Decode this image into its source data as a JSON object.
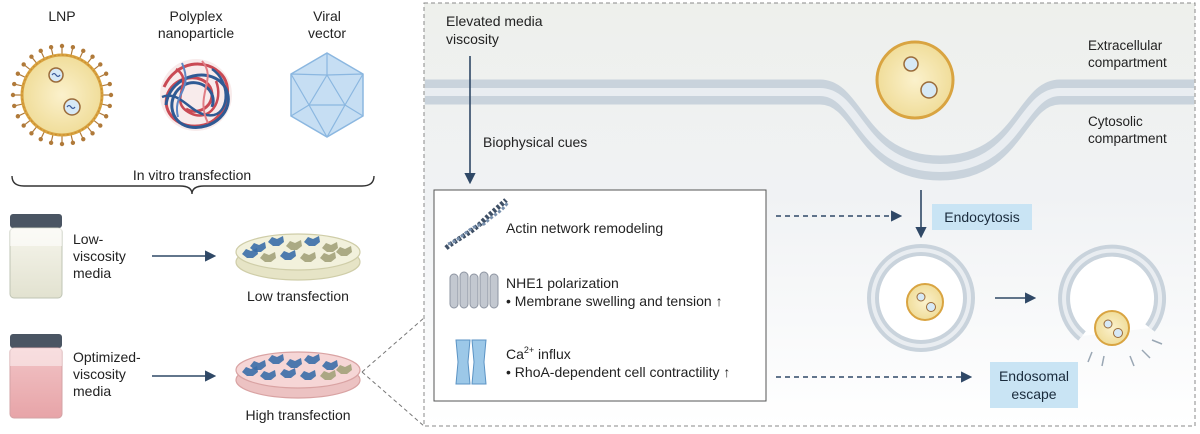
{
  "particles": {
    "lnp": "LNP",
    "polyplex_1": "Polyplex",
    "polyplex_2": "nanoparticle",
    "viral_1": "Viral",
    "viral_2": "vector"
  },
  "in_vitro_label": "In vitro transfection",
  "low": {
    "media_1": "Low-",
    "media_2": "viscosity",
    "media_3": "media",
    "result": "Low transfection"
  },
  "high": {
    "media_1": "Optimized-",
    "media_2": "viscosity",
    "media_3": "media",
    "result": "High transfection"
  },
  "right_panel": {
    "elevated_1": "Elevated media",
    "elevated_2": "viscosity",
    "extracellular_1": "Extracellular",
    "extracellular_2": "compartment",
    "cytosolic_1": "Cytosolic",
    "cytosolic_2": "compartment",
    "biophysical": "Biophysical cues",
    "endocytosis": "Endocytosis",
    "endosomal_1": "Endosomal",
    "endosomal_2": "escape"
  },
  "mechanisms": {
    "actin": "Actin network remodeling",
    "nhe1_title": "NHE1 polarization",
    "nhe1_detail": "• Membrane swelling and tension ↑",
    "ca_prefix": "Ca",
    "ca_sup": "2+",
    "ca_suffix": " influx",
    "ca_detail": "• RhoA-dependent cell contractility ↑"
  },
  "colors": {
    "arrow": "#2f4866",
    "tag_fill": "#c9e4f4",
    "lnp_fill": "#f6e8b5",
    "panel_border": "#8a8a8a"
  }
}
